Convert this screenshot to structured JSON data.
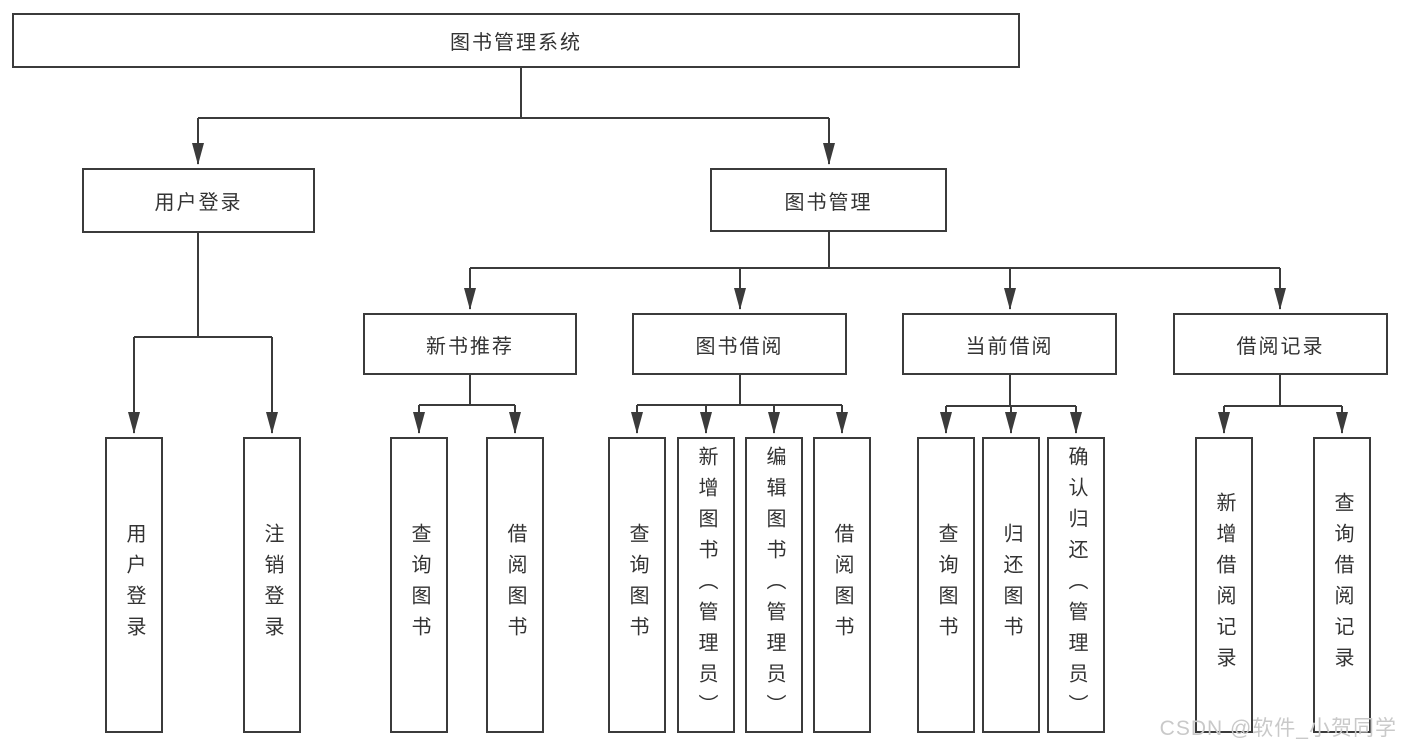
{
  "watermark": "CSDN @软件_小贺同学",
  "colors": {
    "line": "#3b3b3b",
    "box_border": "#3b3b3b",
    "text": "#333333",
    "watermark": "#c9c9c9",
    "background": "#ffffff"
  },
  "tree": {
    "root": {
      "label": "图书管理系统"
    },
    "level2": [
      {
        "label": "用户登录"
      },
      {
        "label": "图书管理"
      }
    ],
    "level3": [
      {
        "label": "新书推荐"
      },
      {
        "label": "图书借阅"
      },
      {
        "label": "当前借阅"
      },
      {
        "label": "借阅记录"
      }
    ],
    "leaves": [
      {
        "label": "用户登录"
      },
      {
        "label": "注销登录"
      },
      {
        "label": "查询图书"
      },
      {
        "label": "借阅图书"
      },
      {
        "label": "查询图书"
      },
      {
        "label": "新增图书（管理员）"
      },
      {
        "label": "编辑图书（管理员）"
      },
      {
        "label": "借阅图书"
      },
      {
        "label": "查询图书"
      },
      {
        "label": "归还图书"
      },
      {
        "label": "确认归还（管理员）"
      },
      {
        "label": "新增借阅记录"
      },
      {
        "label": "查询借阅记录"
      }
    ]
  }
}
